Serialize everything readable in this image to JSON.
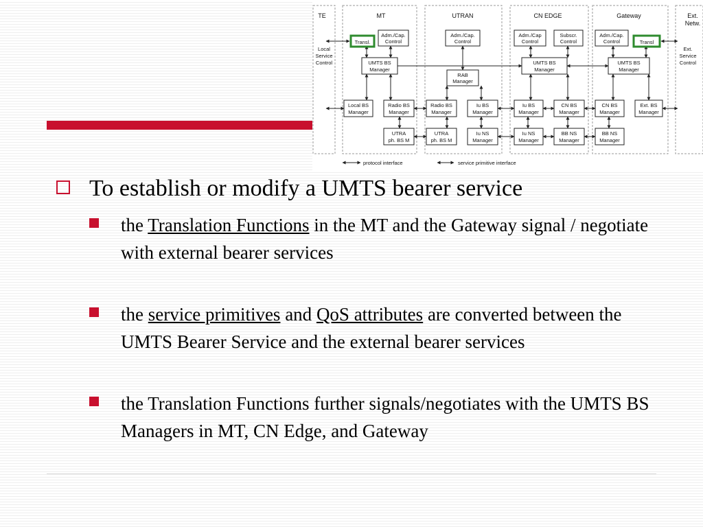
{
  "colors": {
    "accent": "#c8102e",
    "highlight_box": "#2e8b2e"
  },
  "diagram": {
    "columns": {
      "te": "TE",
      "mt": "MT",
      "utran": "UTRAN",
      "cn_edge": "CN EDGE",
      "gateway": "Gateway",
      "ext_netw": [
        "Ext.",
        "Netw."
      ]
    },
    "side_labels": {
      "local_service_control": [
        "Local",
        "Service",
        "Control"
      ],
      "ext_service_control": [
        "Ext.",
        "Service",
        "Control"
      ]
    },
    "boxes": {
      "mt_transl": [
        "Transl."
      ],
      "mt_adm_cap": [
        "Adm./Cap.",
        "Control"
      ],
      "mt_umts_bs": [
        "UMTS BS",
        "Manager"
      ],
      "mt_local_bs": [
        "Local BS",
        "Manager"
      ],
      "mt_radio_bs": [
        "Radio BS",
        "Manager"
      ],
      "mt_utra_ph": [
        "UTRA",
        "ph. BS M"
      ],
      "utran_adm_cap": [
        "Adm./Cap.",
        "Control"
      ],
      "utran_rab": [
        "RAB",
        "Manager"
      ],
      "utran_radio_bs": [
        "Radio BS",
        "Manager"
      ],
      "utran_iu_bs": [
        "Iu BS",
        "Manager"
      ],
      "utran_utra_ph": [
        "UTRA",
        "ph. BS M"
      ],
      "utran_iu_ns": [
        "Iu NS",
        "Manager"
      ],
      "cn_adm_cap": [
        "Adm./Cap",
        "Control"
      ],
      "cn_subscr": [
        "Subscr.",
        "Control"
      ],
      "cn_umts_bs": [
        "UMTS BS",
        "Manager"
      ],
      "cn_iu_bs": [
        "Iu BS",
        "Manager"
      ],
      "cn_cn_bs": [
        "CN BS",
        "Manager"
      ],
      "cn_iu_ns": [
        "Iu NS",
        "Manager"
      ],
      "cn_bb_ns": [
        "BB NS",
        "Manager"
      ],
      "gw_adm_cap": [
        "Adm./Cap.",
        "Control"
      ],
      "gw_transl": [
        "Transl"
      ],
      "gw_umts_bs": [
        "UMTS BS",
        "Manager"
      ],
      "gw_cn_bs": [
        "CN BS",
        "Manager"
      ],
      "gw_ext_bs": [
        "Ext. BS",
        "Manager"
      ],
      "gw_bb_ns": [
        "BB NS",
        "Manager"
      ]
    },
    "legend": {
      "protocol_interface": "protocol interface",
      "service_primitive_interface": "service primitive interface"
    }
  },
  "slide": {
    "bullet1": "To establish or modify a UMTS bearer service",
    "sub1": {
      "pre": "the ",
      "link": "Translation Functions",
      "post": " in the MT and the Gateway signal / negotiate with external bearer services"
    },
    "sub2": {
      "pre": "the ",
      "link1": "service primitives",
      "mid": " and ",
      "link2": "QoS attributes",
      "post": " are converted between the UMTS Bearer Service and the external bearer services"
    },
    "sub3": {
      "text": "the Translation Functions further signals/negotiates with the UMTS BS Managers in MT, CN Edge, and Gateway"
    }
  }
}
